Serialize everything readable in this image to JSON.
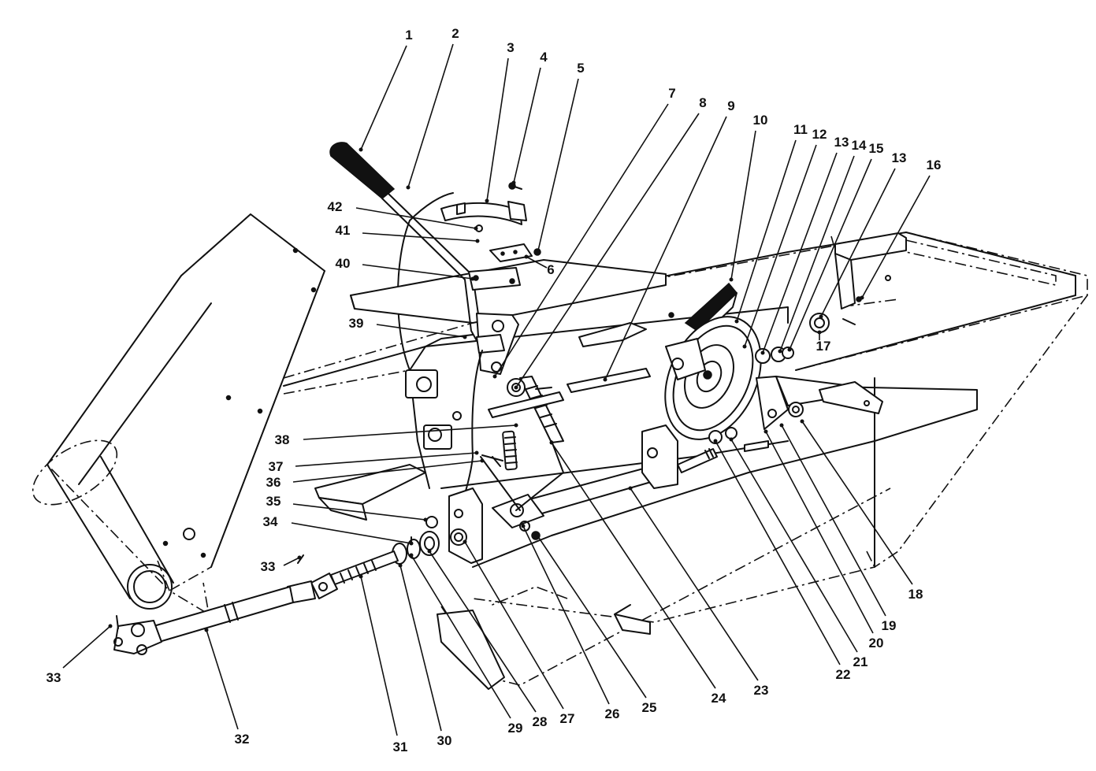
{
  "callouts": [
    "1",
    "2",
    "3",
    "4",
    "5",
    "6",
    "7",
    "8",
    "9",
    "10",
    "11",
    "12",
    "13",
    "14",
    "15",
    "13",
    "16",
    "17",
    "18",
    "19",
    "20",
    "21",
    "22",
    "23",
    "24",
    "25",
    "26",
    "27",
    "28",
    "29",
    "30",
    "31",
    "32",
    "33",
    "33",
    "34",
    "35",
    "36",
    "37",
    "38",
    "39",
    "40",
    "41",
    "42"
  ]
}
